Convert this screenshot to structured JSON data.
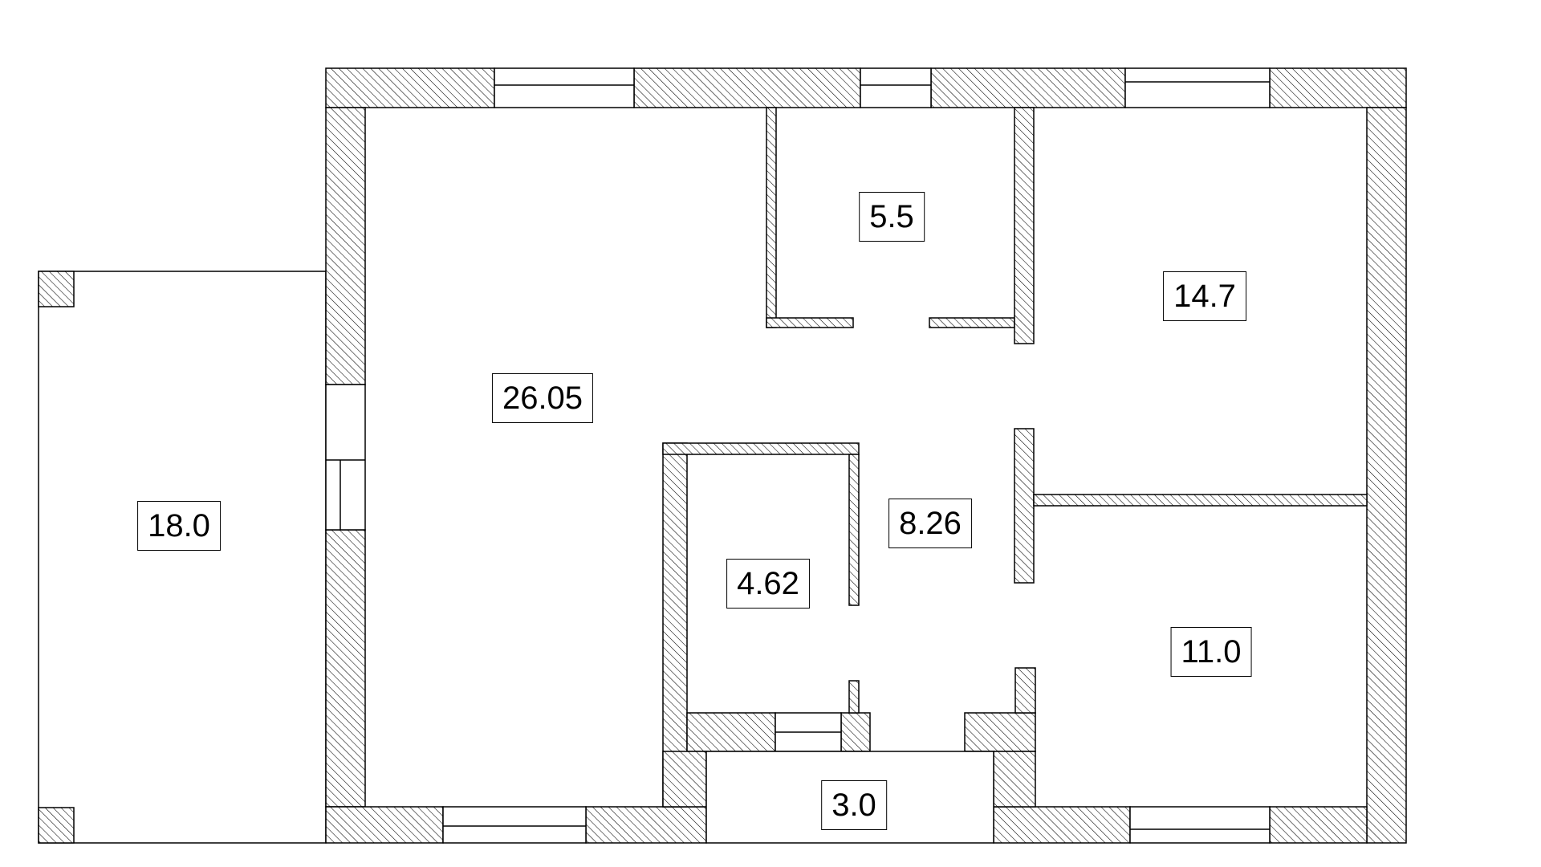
{
  "colors": {
    "wall_stroke": "#000000",
    "hatch": "#000000",
    "background": "#ffffff"
  },
  "rooms": [
    {
      "id": "living",
      "area": "26.05"
    },
    {
      "id": "storage",
      "area": "5.5"
    },
    {
      "id": "bedroom-top-right",
      "area": "14.7"
    },
    {
      "id": "terrace",
      "area": "18.0"
    },
    {
      "id": "hall",
      "area": "8.26"
    },
    {
      "id": "bathroom",
      "area": "4.62"
    },
    {
      "id": "bedroom-bottom-right",
      "area": "11.0"
    },
    {
      "id": "entrance",
      "area": "3.0"
    }
  ]
}
